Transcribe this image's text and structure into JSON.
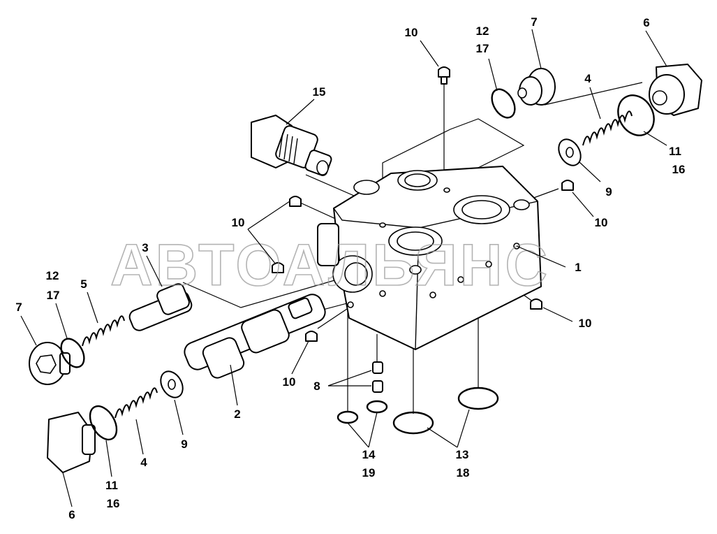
{
  "watermark": "АВТОАЛЬЯНС",
  "callouts": {
    "c1": "1",
    "c2": "2",
    "c3": "3",
    "c4_right": "4",
    "c4_left": "4",
    "c5": "5",
    "c6_right": "6",
    "c6_left": "6",
    "c7_right": "7",
    "c7_left": "7",
    "c8": "8",
    "c9_right": "9",
    "c9_left": "9",
    "c10_top": "10",
    "c10_midleft": "10",
    "c10_right": "10",
    "c10_lowright": "10",
    "c10_lowleft": "10",
    "c11_right": "11",
    "c11_left": "11",
    "c12_top": "12",
    "c12_left": "12",
    "c13": "13",
    "c14": "14",
    "c15": "15",
    "c16_right": "16",
    "c16_left": "16",
    "c17_top": "17",
    "c17_left": "17",
    "c18": "18",
    "c19": "19"
  },
  "colors": {
    "line": "#000000",
    "watermark": "#9a9a9a",
    "background": "#ffffff"
  }
}
